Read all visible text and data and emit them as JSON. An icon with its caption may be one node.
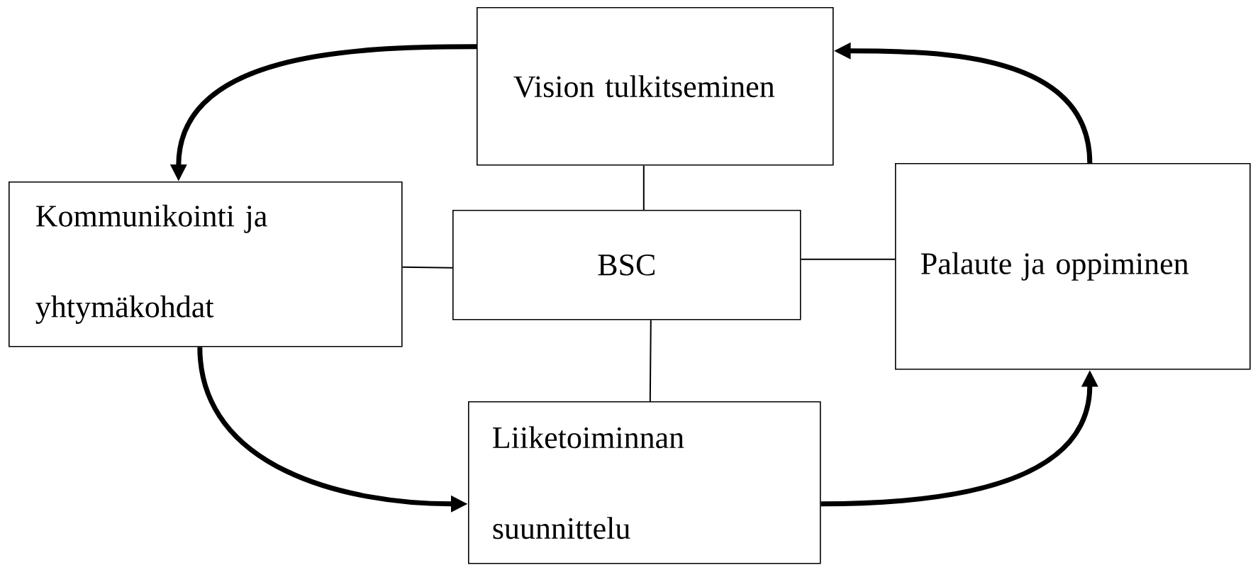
{
  "diagram": {
    "nodes": [
      {
        "text": [
          "Vision tulkitseminen"
        ]
      },
      {
        "text": [
          "Kommunikointi ja yhtymäkohdat"
        ]
      },
      {
        "text": [
          "BSC"
        ]
      },
      {
        "text": [
          "Palaute ja oppiminen"
        ]
      },
      {
        "text": [
          "Liiketoiminnan suunnittelu"
        ]
      }
    ],
    "edges": [
      {
        "from": 0,
        "to": 1,
        "arrow": "to",
        "style": "thick"
      },
      {
        "from": 1,
        "to": 4,
        "arrow": "to",
        "style": "thick"
      },
      {
        "from": 4,
        "to": 3,
        "arrow": "to",
        "style": "thick"
      },
      {
        "from": 3,
        "to": 0,
        "arrow": "to",
        "style": "thick"
      },
      {
        "from": 0,
        "to": 2,
        "arrow": "none"
      },
      {
        "from": 1,
        "to": 2,
        "arrow": "none"
      },
      {
        "from": 2,
        "to": 3,
        "arrow": "none"
      },
      {
        "from": 2,
        "to": 4,
        "arrow": "none"
      }
    ]
  }
}
